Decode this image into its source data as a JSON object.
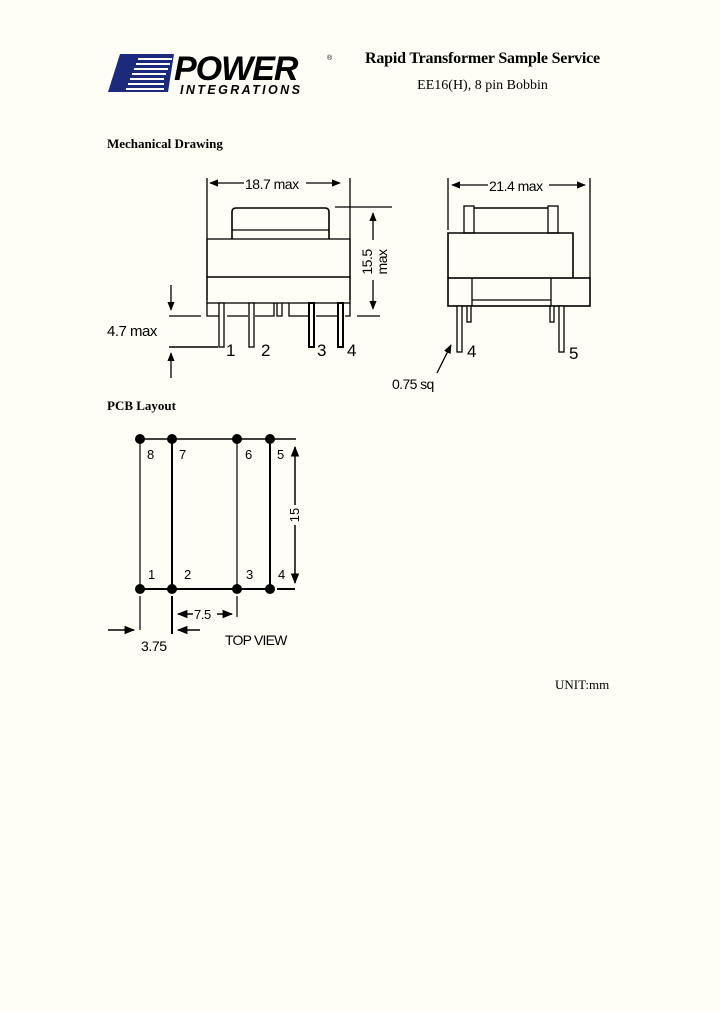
{
  "header": {
    "logo": {
      "brand_top": "POWER",
      "brand_bottom": "INTEGRATIONS",
      "registered_mark": "®",
      "color": "#1b2a7a"
    },
    "title": "Rapid Transformer Sample Service",
    "subtitle": "EE16(H), 8 pin Bobbin"
  },
  "sections": {
    "mechanical_heading": "Mechanical Drawing",
    "pcb_heading": "PCB Layout"
  },
  "mechanical": {
    "front_view": {
      "width_label": "18.7 max",
      "height_value": "15.5",
      "height_suffix": "max",
      "pin_length_label": "4.7 max",
      "pin_numbers": [
        "1",
        "2",
        "3",
        "4"
      ]
    },
    "side_view": {
      "width_label": "21.4 max",
      "pin_size_label": "0.75 sq",
      "pin_numbers": [
        "4",
        "5"
      ]
    }
  },
  "pcb": {
    "top_pins": [
      "8",
      "7",
      "6",
      "5"
    ],
    "bottom_pins": [
      "1",
      "2",
      "3",
      "4"
    ],
    "row_spacing_label": "15",
    "pin_pitch_label": "7.5",
    "offset_label": "3.75",
    "view_label": "TOP VIEW"
  },
  "footer": {
    "unit_label": "UNIT:mm"
  }
}
